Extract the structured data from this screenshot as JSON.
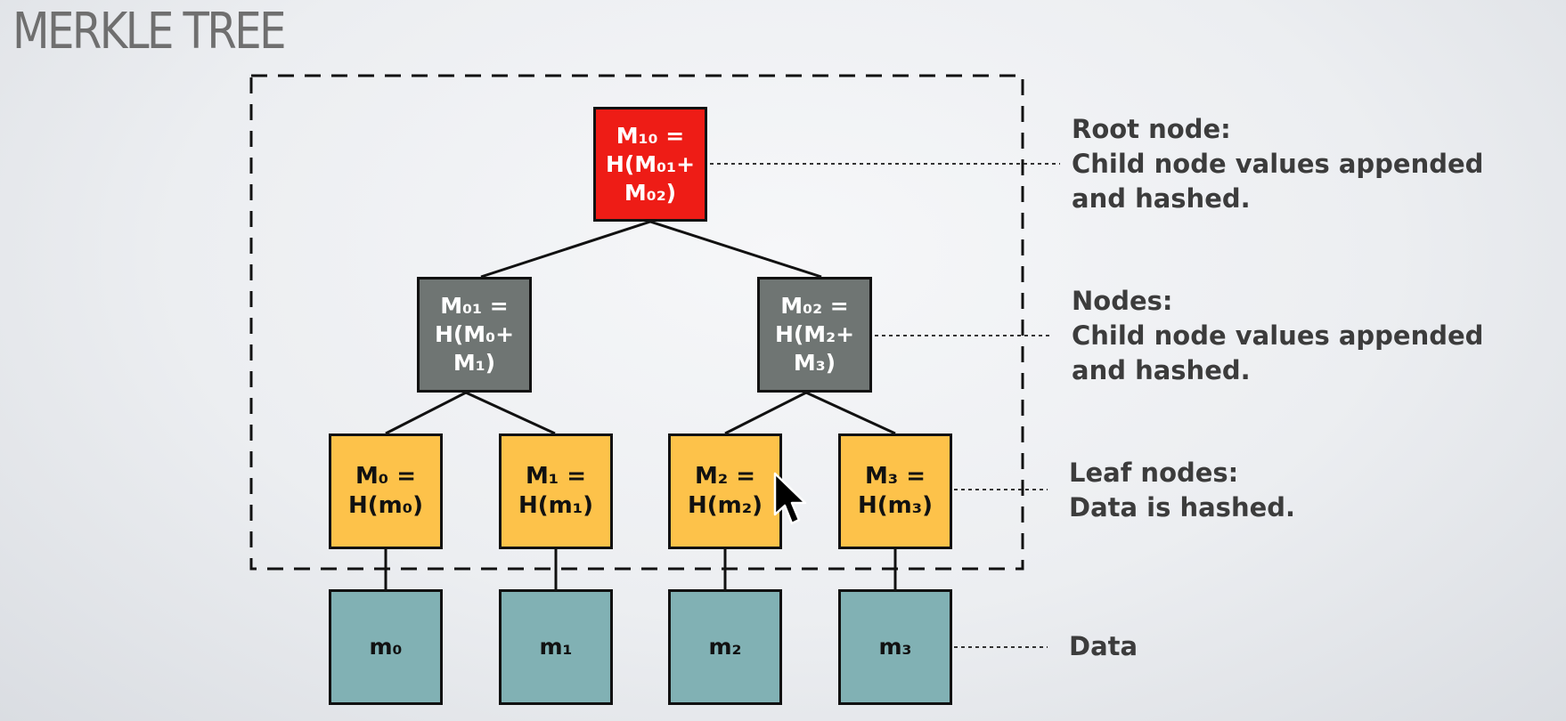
{
  "title": "MERKLE TREE",
  "nodes": {
    "root": {
      "lines": [
        "M₁₀ =",
        "H(M₀₁+",
        "M₀₂)"
      ],
      "color": "#ee1c16"
    },
    "m01": {
      "lines": [
        "M₀₁ =",
        "H(M₀+",
        "M₁)"
      ],
      "color": "#6f7573"
    },
    "m02": {
      "lines": [
        "M₀₂ =",
        "H(M₂+",
        "M₃)"
      ],
      "color": "#6f7573"
    },
    "leaves": [
      {
        "lines": [
          "M₀ =",
          "H(m₀)"
        ]
      },
      {
        "lines": [
          "M₁ =",
          "H(m₁)"
        ]
      },
      {
        "lines": [
          "M₂ =",
          "H(m₂)"
        ]
      },
      {
        "lines": [
          "M₃ =",
          "H(m₃)"
        ]
      }
    ],
    "data": [
      {
        "label": "m₀"
      },
      {
        "label": "m₁"
      },
      {
        "label": "m₂"
      },
      {
        "label": "m₃"
      }
    ],
    "leaf_color": "#fdc24a",
    "data_color": "#81b1b4"
  },
  "labels": {
    "root": [
      "Root node:",
      "Child node values appended",
      "and hashed."
    ],
    "nodes": [
      "Nodes:",
      "Child node values appended",
      "and hashed."
    ],
    "leaf": [
      "Leaf nodes:",
      "Data is hashed."
    ],
    "data": [
      "Data"
    ]
  },
  "cursor_icon": "mouse-pointer-icon"
}
